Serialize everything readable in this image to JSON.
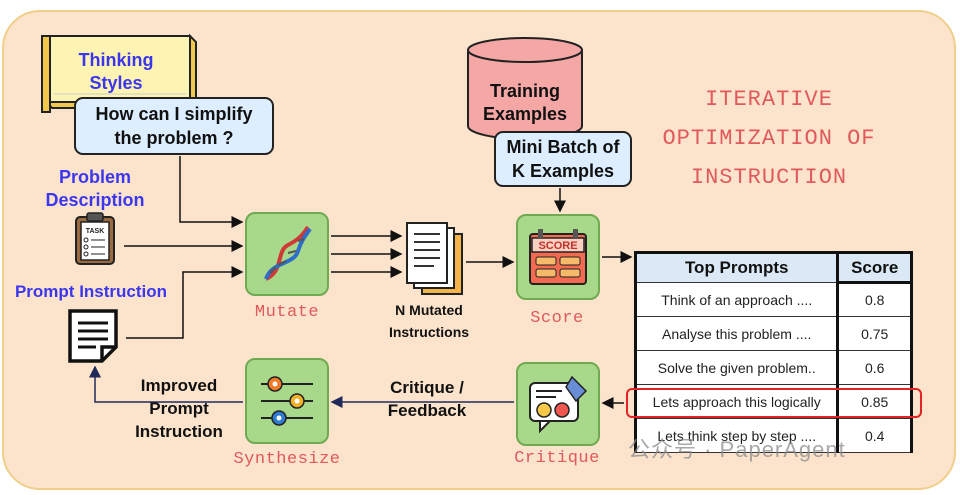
{
  "thinking_styles": {
    "label": "Thinking\nStyles"
  },
  "simplify_question": "How can I simplify the problem ?",
  "problem_description": "Problem\nDescription",
  "task_icon_text": "TASK",
  "prompt_instruction": "Prompt Instruction",
  "training_examples": "Training\nExamples",
  "mini_batch": "Mini Batch of\nK Examples",
  "mutate_label": "Mutate",
  "n_mutated": "N Mutated\nInstructions",
  "score_label": "Score",
  "score_icon_text": "SCORE",
  "title": [
    "ITERATIVE",
    "OPTIMIZATION OF",
    "INSTRUCTION"
  ],
  "table": {
    "headers": [
      "Top Prompts",
      "Score"
    ],
    "rows": [
      {
        "prompt": "Think of an approach ....",
        "score": "0.8"
      },
      {
        "prompt": "Analyse this problem ....",
        "score": "0.75"
      },
      {
        "prompt": "Solve the given problem..",
        "score": "0.6"
      },
      {
        "prompt": "Lets approach this logically",
        "score": "0.85",
        "highlighted": true
      },
      {
        "prompt": "Lets think step by step ....",
        "score": "0.4"
      }
    ]
  },
  "critique_feedback": "Critique /\nFeedback",
  "critique_label": "Critique",
  "improved_prompt": "Improved\nPrompt\nInstruction",
  "synthesize_label": "Synthesize",
  "watermark": "公众号 · PaperAgent",
  "colors": {
    "background": "#fce3cb",
    "accent_red": "#e0595c",
    "label_blue": "#3b37f0",
    "green_box": "#a8d88a",
    "callout_blue": "#dceeff",
    "highlight": "#e32424"
  }
}
